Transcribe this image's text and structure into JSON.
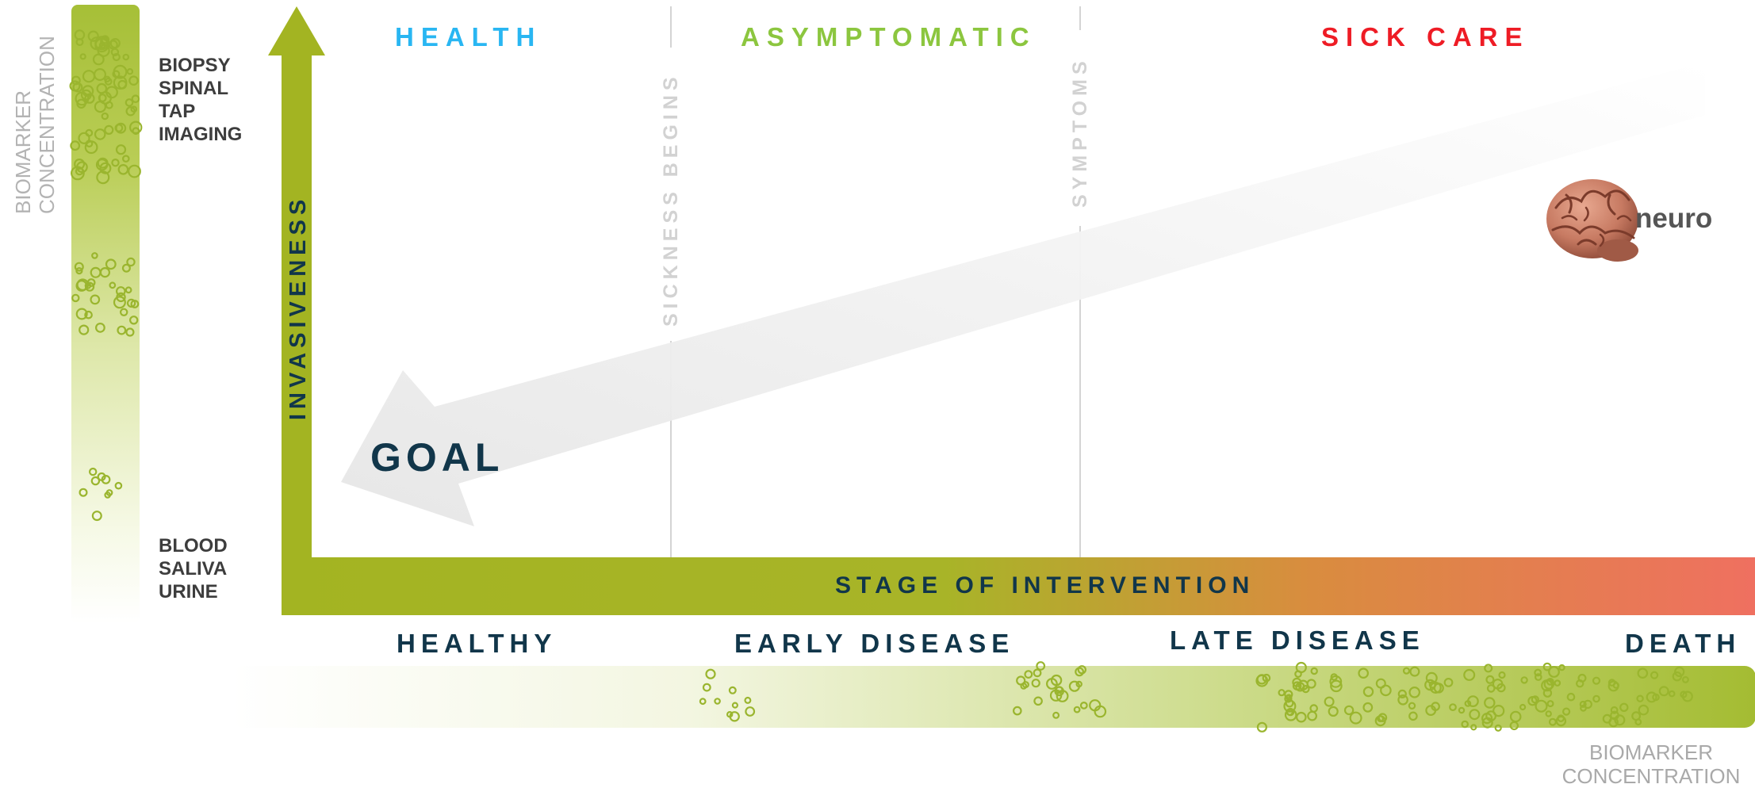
{
  "stages": {
    "health": "HEALTH",
    "asymptomatic": "ASYMPTOMATIC",
    "sick_care": "SICK CARE"
  },
  "stage_colors": {
    "health": "#29b6f2",
    "asymptomatic": "#8cc63f",
    "sick_care": "#ee1c25"
  },
  "dividers": {
    "sickness_begins": "SICKNESS BEGINS",
    "symptoms": "SYMPTOMS"
  },
  "axes": {
    "invasiveness": "INVASIVENESS",
    "stage_of_intervention": "STAGE OF INTERVENTION"
  },
  "goal": "GOAL",
  "left_biomarker_label": [
    "BIOMARKER",
    "CONCENTRATION"
  ],
  "right_biomarker_label": [
    "BIOMARKER",
    "CONCENTRATION"
  ],
  "invasive_samples": [
    "BIOPSY",
    "SPINAL",
    "TAP",
    "IMAGING"
  ],
  "noninvasive_samples": [
    "BLOOD",
    "SALIVA",
    "URINE"
  ],
  "disease_stages": {
    "healthy": "HEALTHY",
    "early": "EARLY DISEASE",
    "late": "LATE DISEASE",
    "death": "DEATH"
  },
  "neuro": {
    "label": "neuro",
    "icon": "brain-icon"
  },
  "colors": {
    "axis_green": "#a3b422",
    "axis_orange": "#d98c3f",
    "axis_red": "#ef7060",
    "dark_navy": "#11364a",
    "bubble_green": "#9ab52e"
  }
}
